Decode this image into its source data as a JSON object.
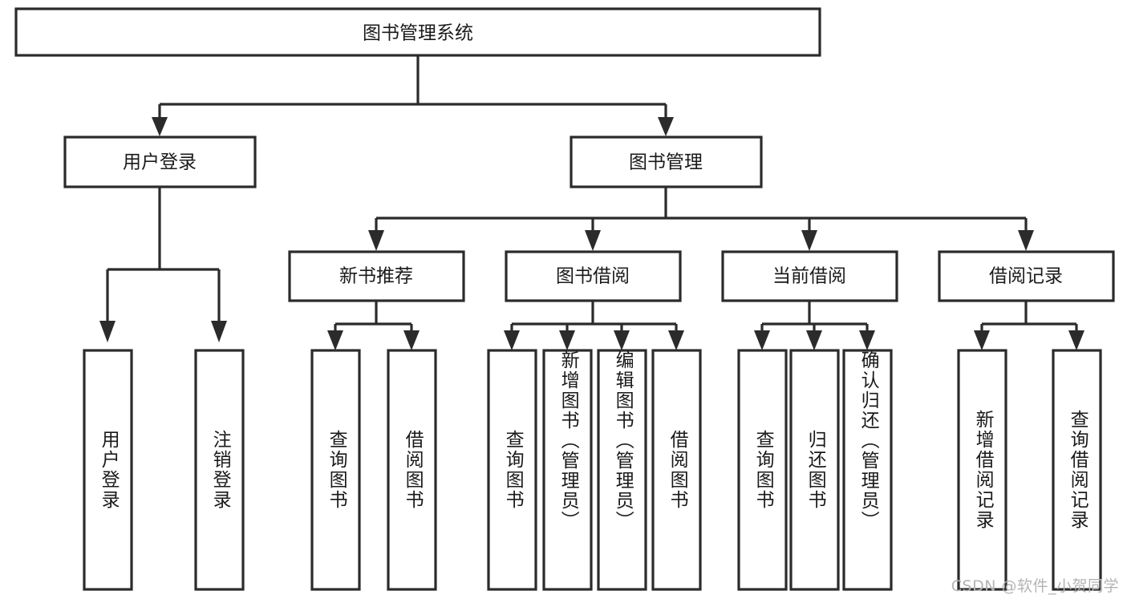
{
  "diagram": {
    "type": "tree",
    "title": "图书管理系统",
    "orientation": "top-down",
    "colors": {
      "background": "#ffffff",
      "box_fill": "#ffffff",
      "box_stroke": "#2b2b2b",
      "connector": "#2b2b2b",
      "text": "#1a1a1a",
      "watermark": "#b4b4b4"
    },
    "root": {
      "label": "图书管理系统"
    },
    "level2": [
      {
        "label": "用户登录"
      },
      {
        "label": "图书管理"
      }
    ],
    "level3": [
      {
        "label": "新书推荐"
      },
      {
        "label": "图书借阅"
      },
      {
        "label": "当前借阅"
      },
      {
        "label": "借阅记录"
      }
    ],
    "leaves": {
      "user_login": [
        {
          "label": "用户登录"
        },
        {
          "label": "注销登录"
        }
      ],
      "new_book_recommend": [
        {
          "label": "查询图书"
        },
        {
          "label": "借阅图书"
        }
      ],
      "book_borrow": [
        {
          "label": "查询图书"
        },
        {
          "label": "新增图书（管理员）"
        },
        {
          "label": "编辑图书（管理员）"
        },
        {
          "label": "借阅图书"
        }
      ],
      "current_borrow": [
        {
          "label": "查询图书"
        },
        {
          "label": "归还图书"
        },
        {
          "label": "确认归还（管理员）"
        }
      ],
      "borrow_record": [
        {
          "label": "新增借阅记录"
        },
        {
          "label": "查询借阅记录"
        }
      ]
    },
    "watermark": "CSDN @软件_小贺同学"
  }
}
